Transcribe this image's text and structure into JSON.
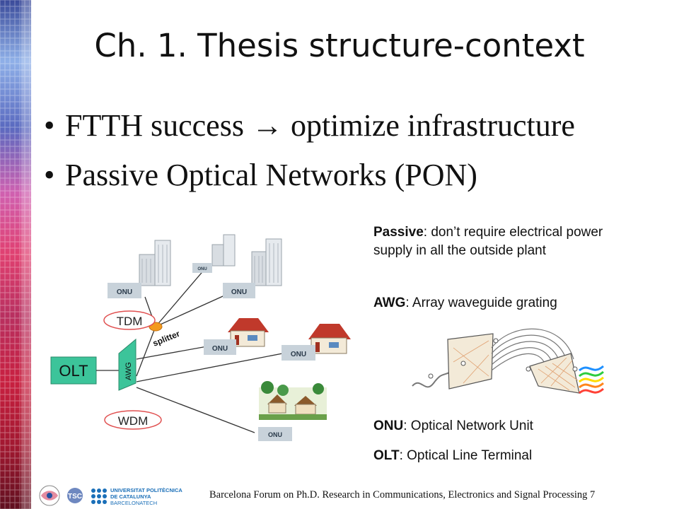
{
  "slide": {
    "title": "Ch. 1. Thesis structure-context",
    "bullets": [
      {
        "marker": "•",
        "text": "FTTH success → optimize infrastructure"
      },
      {
        "marker": "•",
        "text": "Passive Optical Networks (PON)"
      }
    ],
    "footer": "Barcelona Forum on Ph.D. Research in Communications, Electronics and Signal Processing",
    "page_number": "7"
  },
  "diagram": {
    "olt_label": "OLT",
    "awg_label": "AWG",
    "tdm_label": "TDM",
    "wdm_label": "WDM",
    "splitter_label": "splitter",
    "onu_label": "ONU"
  },
  "definitions": {
    "passive": {
      "term": "Passive",
      "text": ": don’t require electrical power supply in all the outside plant"
    },
    "awg": {
      "term": "AWG",
      "text": ": Array waveguide grating"
    },
    "onu": {
      "term": "ONU",
      "text": ": Optical Network Unit"
    },
    "olt": {
      "term": "OLT",
      "text": ": Optical Line Terminal"
    }
  },
  "logos": {
    "upc_text_line1": "UNIVERSITAT POLITÈCNICA",
    "upc_text_line2": "DE CATALUNYA",
    "upc_text_line3": "BARCELONATECH",
    "tsc_text": "TSC"
  },
  "colors": {
    "olt_fill": "#3cc49a",
    "awg_fill": "#3cc49a",
    "splitter_fill": "#f39a1e",
    "ellipse_stroke": "#e05050",
    "onu_fill": "#c8d2da"
  }
}
